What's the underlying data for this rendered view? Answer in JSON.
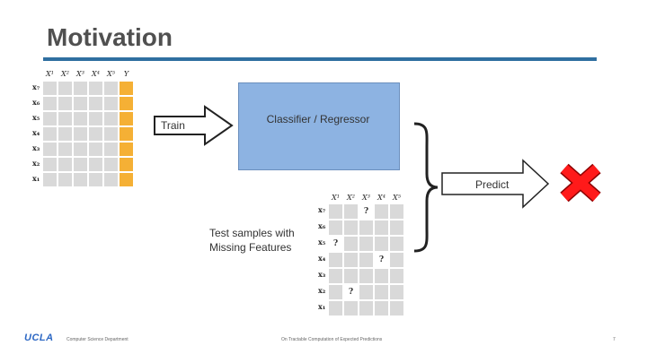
{
  "slide": {
    "title": "Motivation",
    "train_label": "Train",
    "model_label": "Classifier / Regressor",
    "predict_label": "Predict",
    "test_label_line1": "Test samples with",
    "test_label_line2": "Missing Features",
    "missing_mark": "?"
  },
  "train_table": {
    "columns": [
      "X¹",
      "X²",
      "X³",
      "X⁴",
      "X⁵",
      "Y"
    ],
    "rows": [
      "x₇",
      "x₆",
      "x₅",
      "x₄",
      "x₃",
      "x₂",
      "x₁"
    ]
  },
  "test_table": {
    "columns": [
      "X¹",
      "X²",
      "X³",
      "X⁴",
      "X⁵"
    ],
    "rows": [
      "x₇",
      "x₆",
      "x₅",
      "x₄",
      "x₃",
      "x₂",
      "x₁"
    ]
  },
  "footer": {
    "logo": "UCLA",
    "department": "Computer Science Department",
    "center": "On Tractable Computation of Expected Predictions",
    "page": "7"
  },
  "colors": {
    "accent_rule": "#2f6fa0",
    "label_column": "#f5b035",
    "model_box": "#8db3e2",
    "cross": "#ff0000",
    "ucla_logo": "#2d68c4"
  },
  "icons": {
    "train_arrow": "right-arrow-icon",
    "predict_arrow": "right-arrow-icon",
    "brace": "right-brace-icon",
    "wrong": "red-cross-icon"
  }
}
